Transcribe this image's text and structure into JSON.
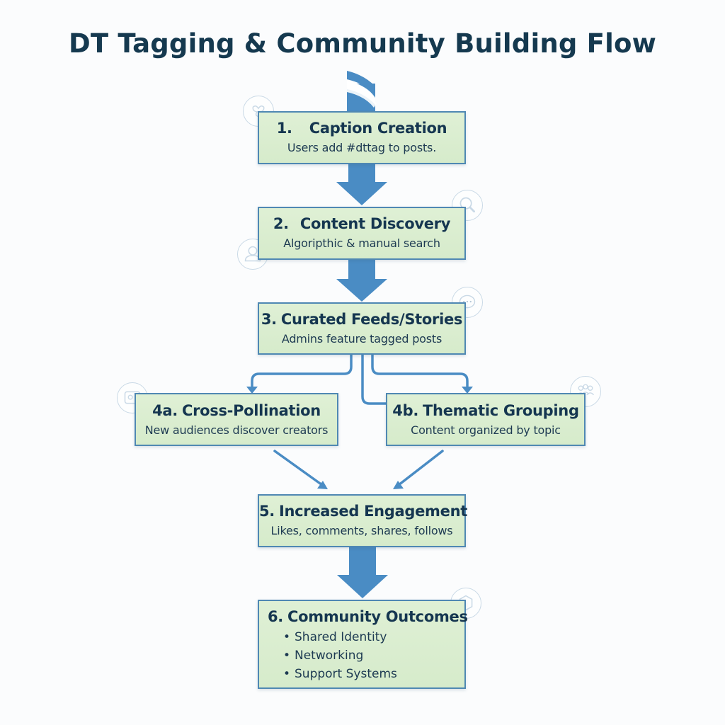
{
  "title": "DT Tagging & Community Building Flow",
  "colors": {
    "box_fill": "#dbeed1",
    "box_border": "#4f88b3",
    "arrow": "#4a8cc4",
    "title": "#15394f",
    "text": "#153650",
    "deco_icon": "#c9d9e6"
  },
  "steps": [
    {
      "id": "1",
      "number": "1.",
      "heading": "Caption Creation",
      "description": "Users add #dttag to posts."
    },
    {
      "id": "2",
      "number": "2.",
      "heading": "Content Discovery",
      "description": "Algoripthic & manual search"
    },
    {
      "id": "3",
      "number": "3.",
      "heading": "Curated Feeds/Stories",
      "description": "Admins feature tagged posts"
    },
    {
      "id": "4a",
      "number": "4a.",
      "heading": "Cross-Pollination",
      "description": "New audiences discover creators"
    },
    {
      "id": "4b",
      "number": "4b.",
      "heading": "Thematic Grouping",
      "description": "Content organized by topic"
    },
    {
      "id": "5",
      "number": "5.",
      "heading": "Increased Engagement",
      "description": "Likes, comments, shares, follows"
    },
    {
      "id": "6",
      "number": "6.",
      "heading": "Community Outcomes",
      "bullets": [
        "Shared Identity",
        "Networking",
        "Support Systems"
      ]
    }
  ],
  "bullet_glyph": "•",
  "connectors": [
    {
      "from": "start",
      "to": "1",
      "style": "entry-chevrons"
    },
    {
      "from": "1",
      "to": "2",
      "style": "block-arrow"
    },
    {
      "from": "2",
      "to": "3",
      "style": "block-arrow"
    },
    {
      "from": "3",
      "to": "4a",
      "style": "elbow-arrow"
    },
    {
      "from": "3",
      "to": "4b",
      "style": "elbow-arrow"
    },
    {
      "from": "4a",
      "to": "5",
      "style": "diagonal-arrow"
    },
    {
      "from": "4b",
      "to": "5",
      "style": "diagonal-arrow"
    },
    {
      "from": "5",
      "to": "6",
      "style": "block-arrow"
    }
  ],
  "decorative_icons": [
    {
      "name": "butterfly-icon",
      "near": "1"
    },
    {
      "name": "search-icon",
      "near": "2"
    },
    {
      "name": "user-icon",
      "near": "2"
    },
    {
      "name": "chat-bubble-icon",
      "near": "3"
    },
    {
      "name": "image-icon",
      "near": "4a"
    },
    {
      "name": "group-icon",
      "near": "4b"
    },
    {
      "name": "hexagon-icon",
      "near": "6"
    }
  ]
}
